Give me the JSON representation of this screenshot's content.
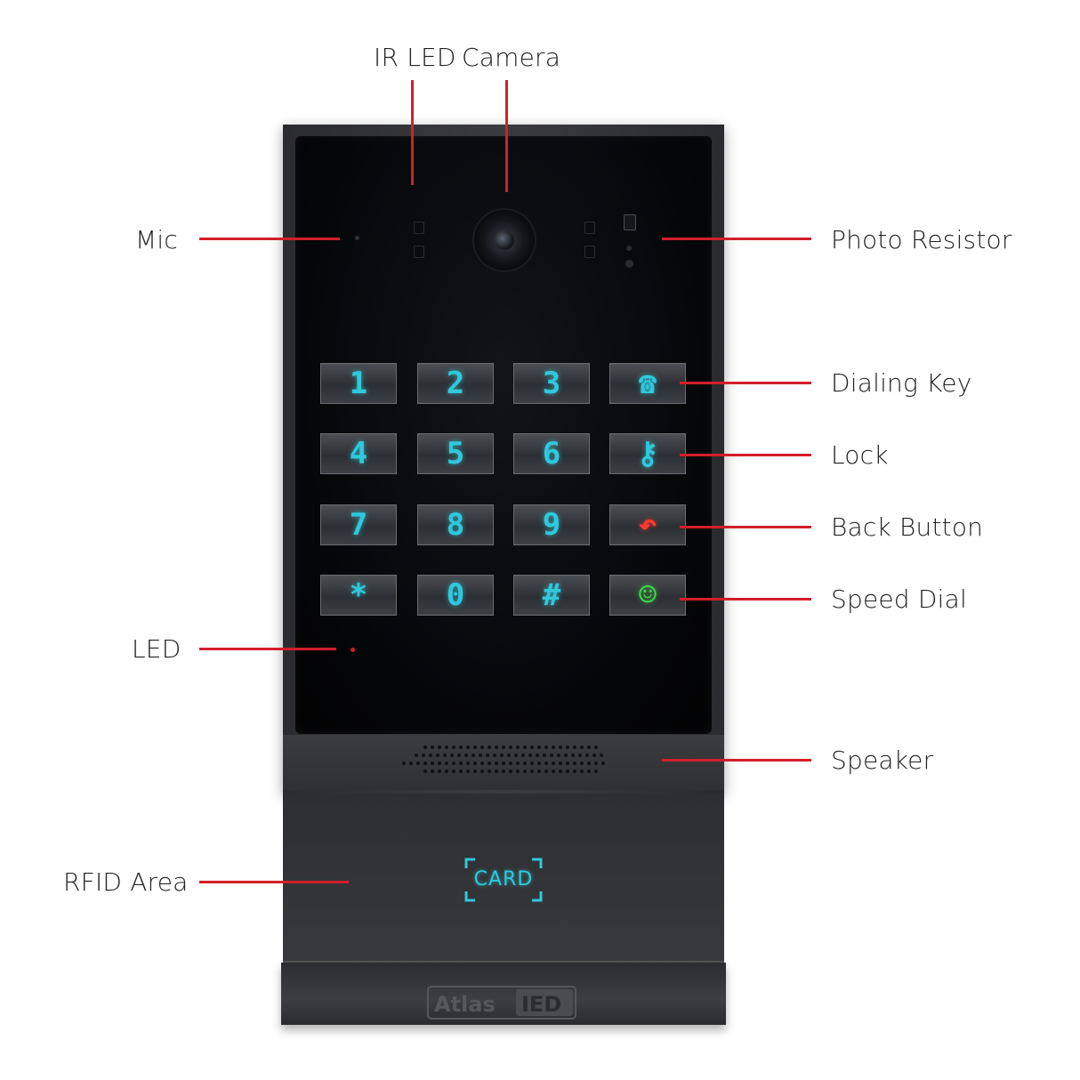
{
  "callouts": {
    "ir_led": "IR LED",
    "camera": "Camera",
    "mic": "Mic",
    "photo_resistor": "Photo Resistor",
    "dialing_key": "Dialing Key",
    "lock": "Lock",
    "back_button": "Back Button",
    "speed_dial": "Speed Dial",
    "led": "LED",
    "speaker": "Speaker",
    "rfid_area": "RFID Area"
  },
  "keypad": {
    "keys": [
      "1",
      "2",
      "3",
      "☎",
      "4",
      "5",
      "6",
      "⚷",
      "7",
      "8",
      "9",
      "↶",
      "*",
      "0",
      "#",
      "☺"
    ]
  },
  "rfid": {
    "label": "CARD"
  },
  "brand": {
    "name": "AtlasIED"
  },
  "colors": {
    "callout_line": "#d21f2b",
    "key_cyan": "#2fc8dc",
    "key_red": "#ff3a2e",
    "key_green": "#3fd94a",
    "device_body": "#2f3033"
  }
}
